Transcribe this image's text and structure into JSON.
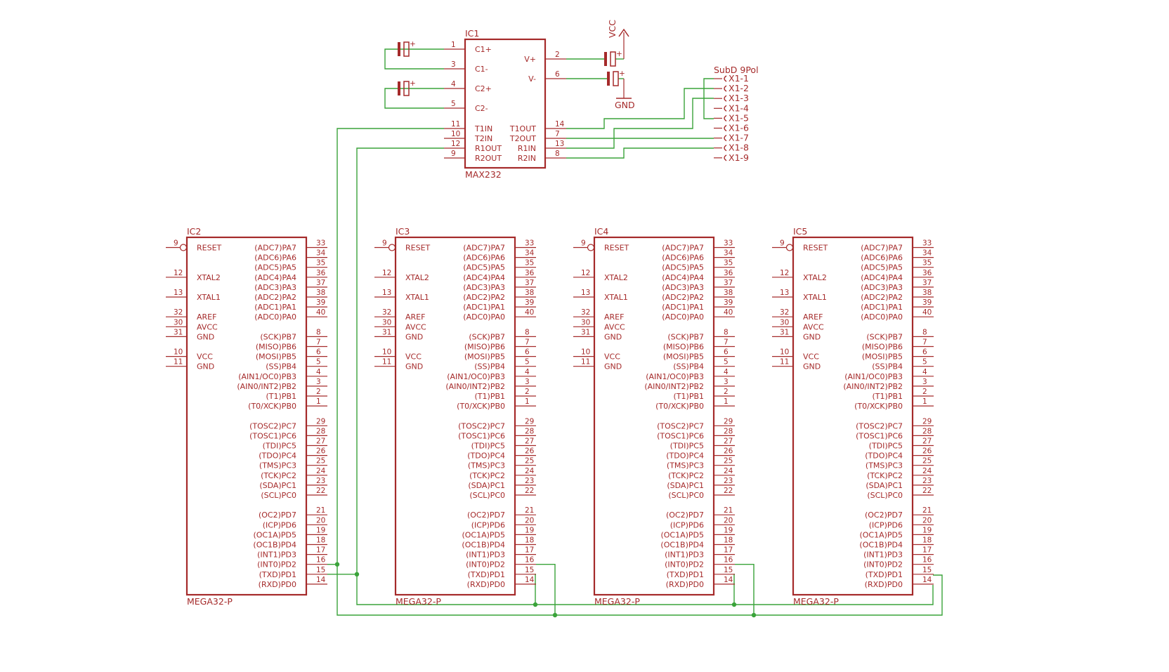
{
  "colors": {
    "symbol": "#a52a2a",
    "wire": "#3aa33a",
    "background": "#ffffff"
  },
  "ic1": {
    "ref": "IC1",
    "value": "MAX232",
    "left_pins": [
      {
        "name": "C1+",
        "num": "1"
      },
      {
        "name": "C1-",
        "num": "3"
      },
      {
        "name": "C2+",
        "num": "4"
      },
      {
        "name": "C2-",
        "num": "5"
      },
      {
        "name": "T1IN",
        "num": "11"
      },
      {
        "name": "T2IN",
        "num": "10"
      },
      {
        "name": "R1OUT",
        "num": "12"
      },
      {
        "name": "R2OUT",
        "num": "9"
      }
    ],
    "right_pins": [
      {
        "name": "V+",
        "num": "2"
      },
      {
        "name": "V-",
        "num": "6"
      },
      {
        "name": "T1OUT",
        "num": "14"
      },
      {
        "name": "T2OUT",
        "num": "7"
      },
      {
        "name": "R1IN",
        "num": "13"
      },
      {
        "name": "R2IN",
        "num": "8"
      }
    ]
  },
  "power": {
    "vcc": "VCC",
    "gnd": "GND"
  },
  "connector": {
    "title": "SubD 9Pol",
    "pins": [
      "X1-1",
      "X1-2",
      "X1-3",
      "X1-4",
      "X1-5",
      "X1-6",
      "X1-7",
      "X1-8",
      "X1-9"
    ]
  },
  "mcus": [
    {
      "ref": "IC2",
      "value": "MEGA32-P"
    },
    {
      "ref": "IC3",
      "value": "MEGA32-P"
    },
    {
      "ref": "IC4",
      "value": "MEGA32-P"
    },
    {
      "ref": "IC5",
      "value": "MEGA32-P"
    }
  ],
  "mega32": {
    "left_pins": [
      {
        "name": "RESET",
        "num": "9",
        "inverted": true
      },
      {
        "name": "XTAL2",
        "num": "12"
      },
      {
        "name": "XTAL1",
        "num": "13"
      },
      {
        "name": "AREF",
        "num": "32"
      },
      {
        "name": "AVCC",
        "num": "30"
      },
      {
        "name": "GND",
        "num": "31"
      },
      {
        "name": "VCC",
        "num": "10"
      },
      {
        "name": "GND",
        "num": "11"
      }
    ],
    "right_pins": [
      {
        "name": "(ADC7)PA7",
        "num": "33"
      },
      {
        "name": "(ADC6)PA6",
        "num": "34"
      },
      {
        "name": "(ADC5)PA5",
        "num": "35"
      },
      {
        "name": "(ADC4)PA4",
        "num": "36"
      },
      {
        "name": "(ADC3)PA3",
        "num": "37"
      },
      {
        "name": "(ADC2)PA2",
        "num": "38"
      },
      {
        "name": "(ADC1)PA1",
        "num": "39"
      },
      {
        "name": "(ADC0)PA0",
        "num": "40"
      },
      {
        "name": "(SCK)PB7",
        "num": "8"
      },
      {
        "name": "(MISO)PB6",
        "num": "7"
      },
      {
        "name": "(MOSI)PB5",
        "num": "6"
      },
      {
        "name": "(SS)PB4",
        "num": "5"
      },
      {
        "name": "(AIN1/OC0)PB3",
        "num": "4"
      },
      {
        "name": "(AIN0/INT2)PB2",
        "num": "3"
      },
      {
        "name": "(T1)PB1",
        "num": "2"
      },
      {
        "name": "(T0/XCK)PB0",
        "num": "1"
      },
      {
        "name": "(TOSC2)PC7",
        "num": "29"
      },
      {
        "name": "(TOSC1)PC6",
        "num": "28"
      },
      {
        "name": "(TDI)PC5",
        "num": "27"
      },
      {
        "name": "(TDO)PC4",
        "num": "26"
      },
      {
        "name": "(TMS)PC3",
        "num": "25"
      },
      {
        "name": "(TCK)PC2",
        "num": "24"
      },
      {
        "name": "(SDA)PC1",
        "num": "23"
      },
      {
        "name": "(SCL)PC0",
        "num": "22"
      },
      {
        "name": "(OC2)PD7",
        "num": "21"
      },
      {
        "name": "(ICP)PD6",
        "num": "20"
      },
      {
        "name": "(OC1A)PD5",
        "num": "19"
      },
      {
        "name": "(OC1B)PD4",
        "num": "18"
      },
      {
        "name": "(INT1)PD3",
        "num": "17"
      },
      {
        "name": "(INT0)PD2",
        "num": "16"
      },
      {
        "name": "(TXD)PD1",
        "num": "15"
      },
      {
        "name": "(RXD)PD0",
        "num": "14"
      }
    ]
  }
}
